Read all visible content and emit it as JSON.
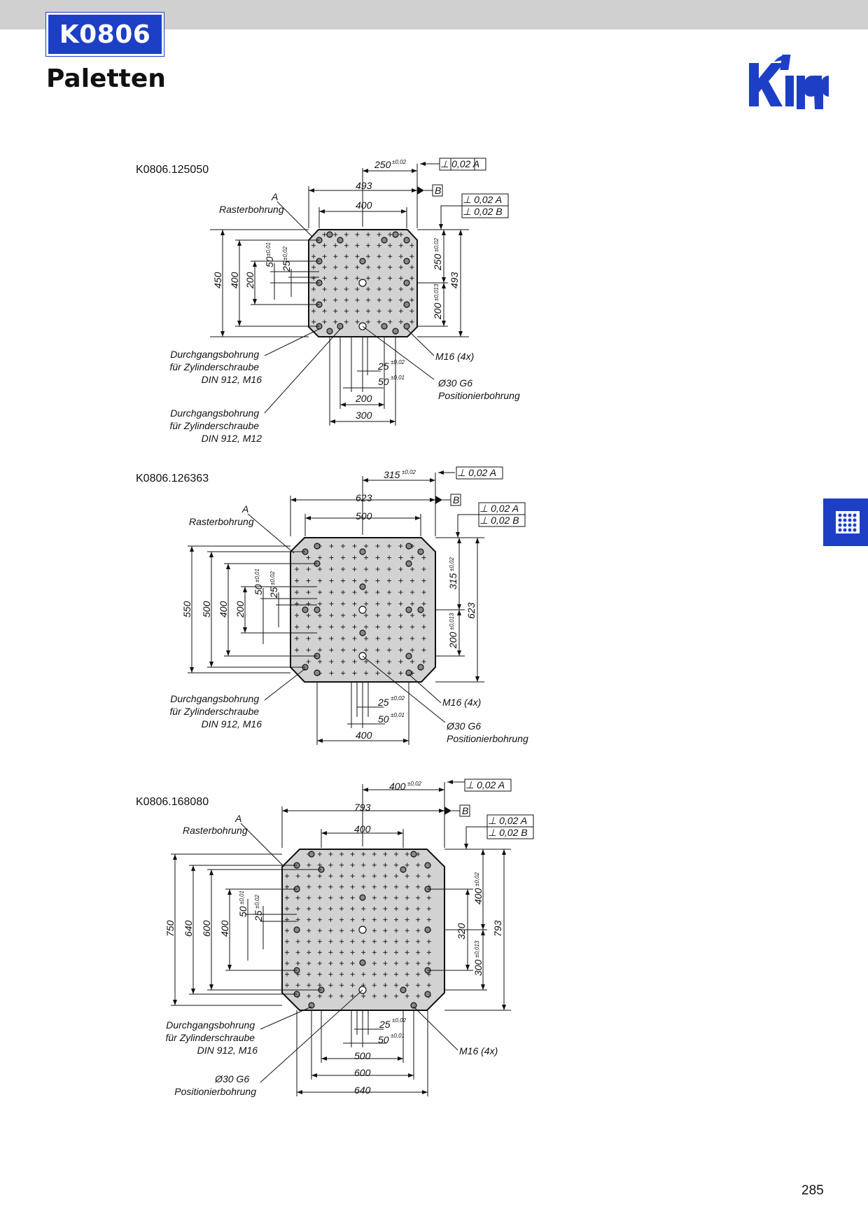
{
  "header": {
    "code": "K0806",
    "title": "Paletten"
  },
  "logo": {
    "name": "kipp-logo",
    "color": "#1d3fc6"
  },
  "side_tab": {
    "icon": "grid-dots-icon",
    "color": "#1d3fc6"
  },
  "page_number": "285",
  "drawings": [
    {
      "part_number": "K0806.125050",
      "datum_label": "A",
      "grid_label": "Rasterbohrung",
      "dims": {
        "top_pos": "250",
        "top_pos_tol": "±0,02",
        "overall_w": "493",
        "grid_w": "400",
        "left_overall": "450",
        "left_grid": "400",
        "left_mid": "200",
        "pitch_50": "50",
        "pitch_50_tol": "±0,01",
        "pitch_25": "25",
        "pitch_25_tol": "±0,02",
        "right_pos": "250",
        "right_pos_tol": "±0,02",
        "right_lower": "200",
        "right_lower_tol": "±0,013",
        "right_overall": "493",
        "bot_25": "25",
        "bot_25_tol": "±0,02",
        "bot_50": "50",
        "bot_50_tol": "±0,01",
        "bot_200": "200",
        "bot_300": "300"
      },
      "tolerance_frames": [
        "⊥ 0,02 A",
        "⊥ 0,02 A",
        "⊥ 0,02 B"
      ],
      "datum_b": "B",
      "callouts": [
        {
          "lines": [
            "Durchgangsbohrung",
            "für Zylinderschraube",
            "DIN 912, M16"
          ]
        },
        {
          "lines": [
            "Durchgangsbohrung",
            "für Zylinderschraube",
            "DIN 912, M12"
          ]
        },
        {
          "lines": [
            "M16 (4x)"
          ]
        },
        {
          "lines": [
            "Ø30 G6",
            "Positionierbohrung"
          ]
        }
      ]
    },
    {
      "part_number": "K0806.126363",
      "datum_label": "A",
      "grid_label": "Rasterbohrung",
      "dims": {
        "top_pos": "315",
        "top_pos_tol": "±0,02",
        "overall_w": "623",
        "grid_w": "500",
        "left_overall": "550",
        "left_grid": "500",
        "left_400": "400",
        "left_mid": "200",
        "pitch_50": "50",
        "pitch_50_tol": "±0,01",
        "pitch_25": "25",
        "pitch_25_tol": "±0,02",
        "right_pos": "315",
        "right_pos_tol": "±0,02",
        "right_lower": "200",
        "right_lower_tol": "±0,013",
        "right_overall": "623",
        "bot_25": "25",
        "bot_25_tol": "±0,02",
        "bot_50": "50",
        "bot_50_tol": "±0,01",
        "bot_400": "400"
      },
      "tolerance_frames": [
        "⊥ 0,02 A",
        "⊥ 0,02 A",
        "⊥ 0,02 B"
      ],
      "datum_b": "B",
      "callouts": [
        {
          "lines": [
            "Durchgangsbohrung",
            "für Zylinderschraube",
            "DIN 912, M16"
          ]
        },
        {
          "lines": [
            "M16 (4x)"
          ]
        },
        {
          "lines": [
            "Ø30 G6",
            "Positionierbohrung"
          ]
        }
      ]
    },
    {
      "part_number": "K0806.168080",
      "datum_label": "A",
      "grid_label": "Rasterbohrung",
      "dims": {
        "top_pos": "400",
        "top_pos_tol": "±0,02",
        "overall_w": "793",
        "grid_w": "400",
        "left_overall": "750",
        "left_640": "640",
        "left_600": "600",
        "left_400": "400",
        "pitch_50": "50",
        "pitch_50_tol": "±0,01",
        "pitch_25": "25",
        "pitch_25_tol": "±0,02",
        "right_pos": "400",
        "right_pos_tol": "±0,02",
        "right_320": "320",
        "right_lower": "300",
        "right_lower_tol": "±0,013",
        "right_overall": "793",
        "bot_25": "25",
        "bot_25_tol": "±0,02",
        "bot_50": "50",
        "bot_50_tol": "±0,01",
        "bot_500": "500",
        "bot_600": "600",
        "bot_640": "640"
      },
      "tolerance_frames": [
        "⊥ 0,02 A",
        "⊥ 0,02 A",
        "⊥ 0,02 B"
      ],
      "datum_b": "B",
      "callouts": [
        {
          "lines": [
            "Durchgangsbohrung",
            "für Zylinderschraube",
            "DIN 912, M16"
          ]
        },
        {
          "lines": [
            "Ø30 G6",
            "Positionierbohrung"
          ]
        },
        {
          "lines": [
            "M16 (4x)"
          ]
        }
      ]
    }
  ]
}
